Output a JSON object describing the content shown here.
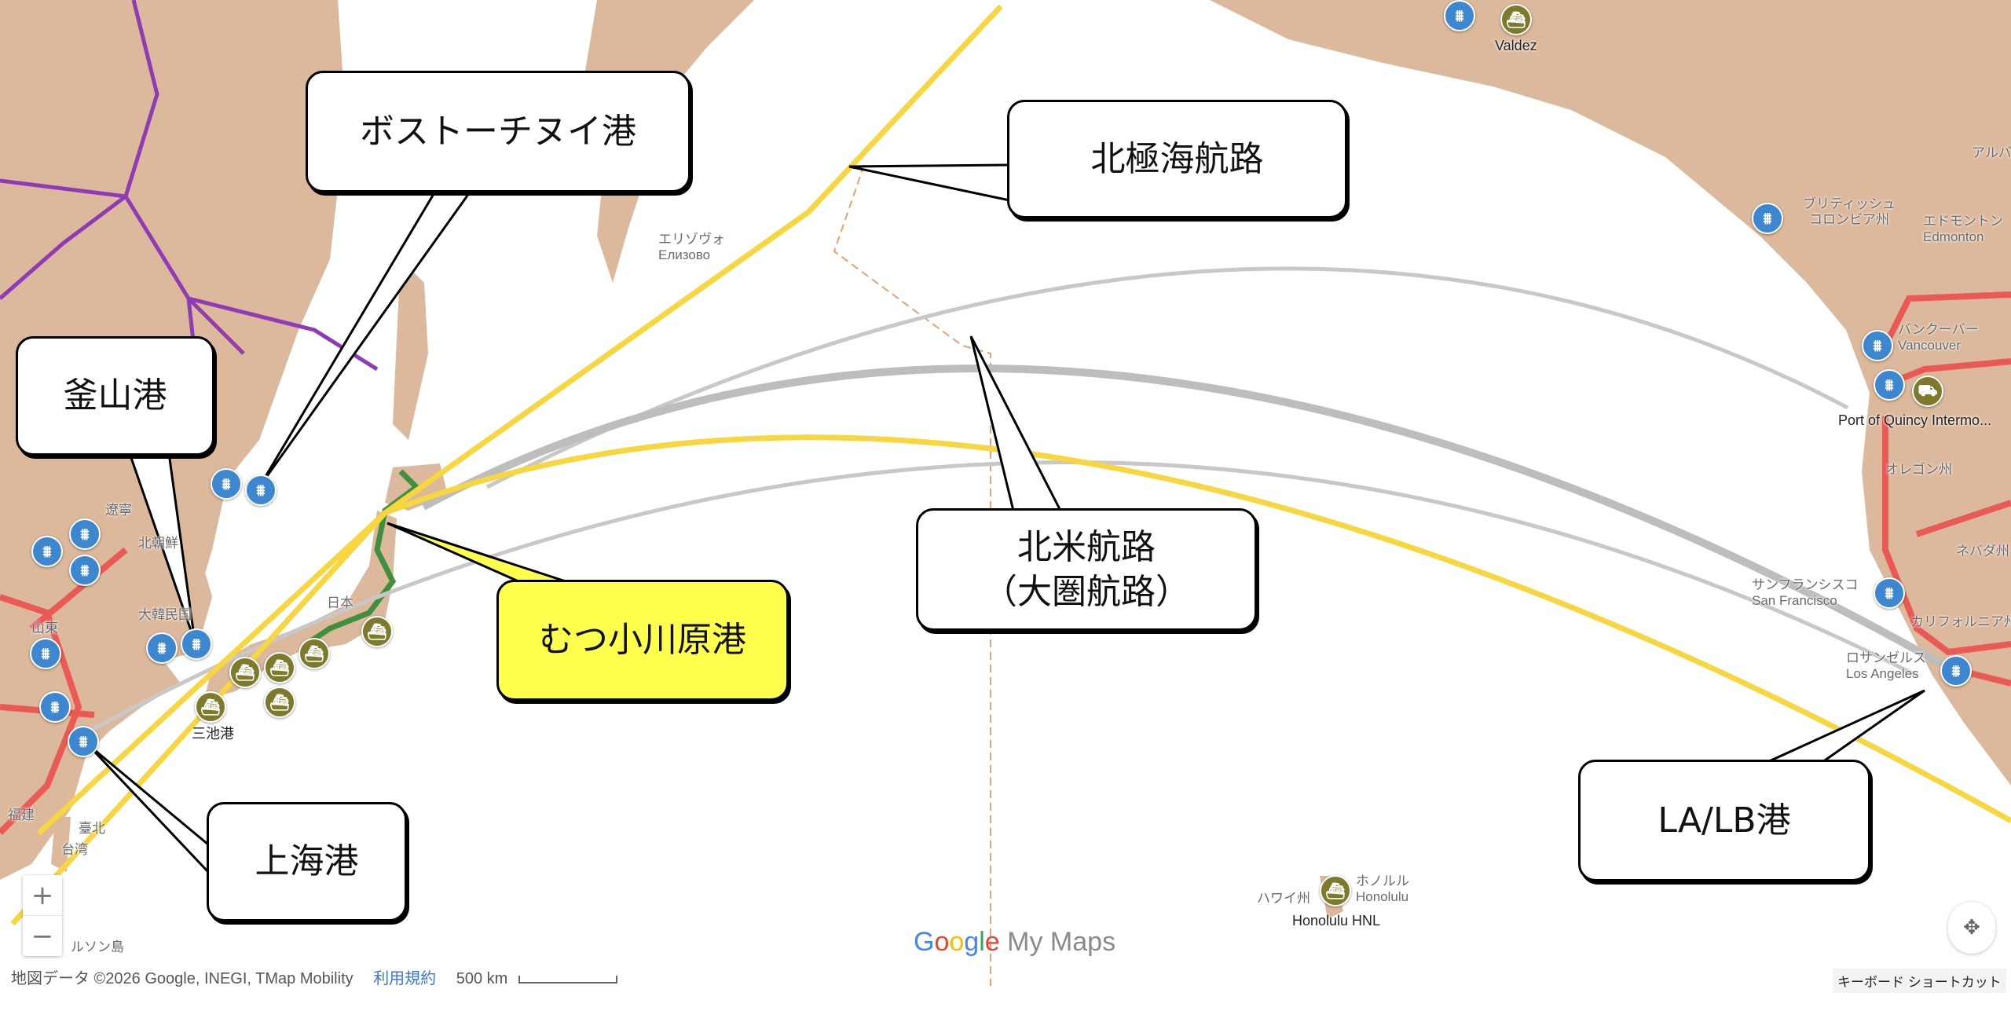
{
  "callouts": {
    "vostochny": "ボストーチヌイ港",
    "arctic": "北極海航路",
    "busan": "釜山港",
    "mutsu": "むつ小川原港",
    "north_america_1": "北米航路",
    "north_america_2": "（大圏航路）",
    "shanghai": "上海港",
    "lalb": "LA/LB港"
  },
  "place_labels": {
    "elizovo_ja": "エリゾヴォ",
    "elizovo_ru": "Елизово",
    "valdez": "Valdez",
    "bc_1": "ブリティッシュ",
    "bc_2": "コロンビア州",
    "alberta": "アルバ",
    "edmonton_ja": "エドモントン",
    "edmonton_en": "Edmonton",
    "vancouver_ja": "バンクーバー",
    "vancouver_en": "Vancouver",
    "quincy": "Port of Quincy Intermo...",
    "oregon": "オレゴン州",
    "nevada": "ネバダ州",
    "sf_ja": "サンフランシスコ",
    "sf_en": "San Francisco",
    "california": "カリフォルニア州",
    "la_ja": "ロサンゼルス",
    "la_en": "Los Angeles",
    "honolulu_ja": "ホノルル",
    "honolulu_en": "Honolulu",
    "hawaii": "ハワイ州",
    "honolulu_hnl": "Honolulu HNL",
    "miike": "三池港",
    "taiwan": "台湾",
    "taipei": "臺北",
    "korea": "大韓民国",
    "north_korea": "北朝鮮",
    "shandong": "山東",
    "liaoning": "遼寧",
    "japan": "日本",
    "fujian": "福建",
    "luzon": "ルソン島"
  },
  "controls": {
    "zoom_in": "+",
    "zoom_out": "−",
    "keyboard_shortcuts": "キーボード ショートカット"
  },
  "attribution": {
    "map_data": "地図データ ©2026 Google, INEGI, TMap Mobility",
    "terms": "利用規約",
    "scale": "500 km"
  },
  "logo": {
    "google": "Google",
    "product": "My Maps"
  },
  "colors": {
    "land": "#dcb89c",
    "rail_marker": "#3d86d0",
    "ship_marker": "#7d7a2c",
    "arctic_route": "#f7d640",
    "great_circle_route": "#c0c0c0",
    "rail_line": "#ea5a55",
    "pipeline": "#8e3bb5",
    "japan_rail": "#3f8f3f"
  }
}
